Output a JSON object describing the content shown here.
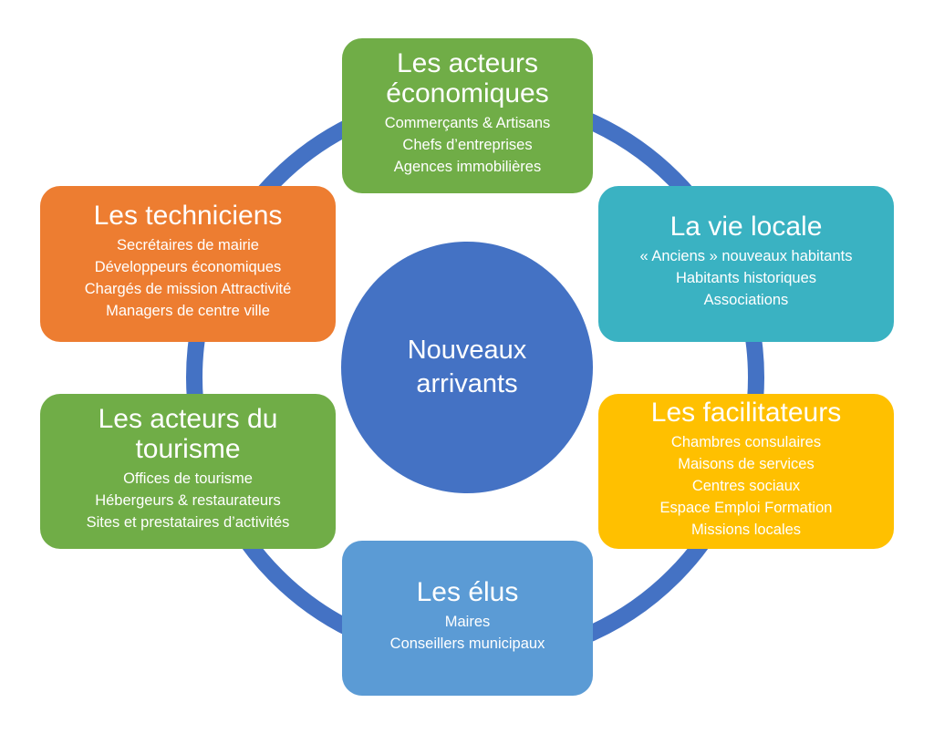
{
  "center": {
    "label_1": "Nouveaux",
    "label_2": "arrivants"
  },
  "colors": {
    "ring": "#4472C4",
    "green": "#70AD47",
    "orange": "#ED7D31",
    "teal": "#3AB2C2",
    "yellow": "#FFC000",
    "light_blue": "#5B9BD5"
  },
  "boxes": {
    "eco": {
      "title_1": "Les acteurs",
      "title_2": "économiques",
      "items": [
        "Commerçants & Artisans",
        "Chefs d’entreprises",
        "Agences immobilières"
      ]
    },
    "tech": {
      "title_1": "Les techniciens",
      "items": [
        "Secrétaires de mairie",
        "Développeurs économiques",
        "Chargés de mission Attractivité",
        "Managers de centre ville"
      ]
    },
    "vie": {
      "title_1": "La vie locale",
      "items": [
        "« Anciens » nouveaux habitants",
        "Habitants historiques",
        "Associations"
      ]
    },
    "tour": {
      "title_1": "Les acteurs du",
      "title_2": "tourisme",
      "items": [
        "Offices de tourisme",
        "Hébergeurs & restaurateurs",
        "Sites et prestataires d’activités"
      ]
    },
    "fac": {
      "title_1": "Les facilitateurs",
      "items": [
        "Chambres consulaires",
        "Maisons de services",
        "Centres sociaux",
        "Espace Emploi Formation",
        "Missions locales"
      ]
    },
    "elus": {
      "title_1": "Les élus",
      "items": [
        "Maires",
        "Conseillers municipaux"
      ]
    }
  }
}
